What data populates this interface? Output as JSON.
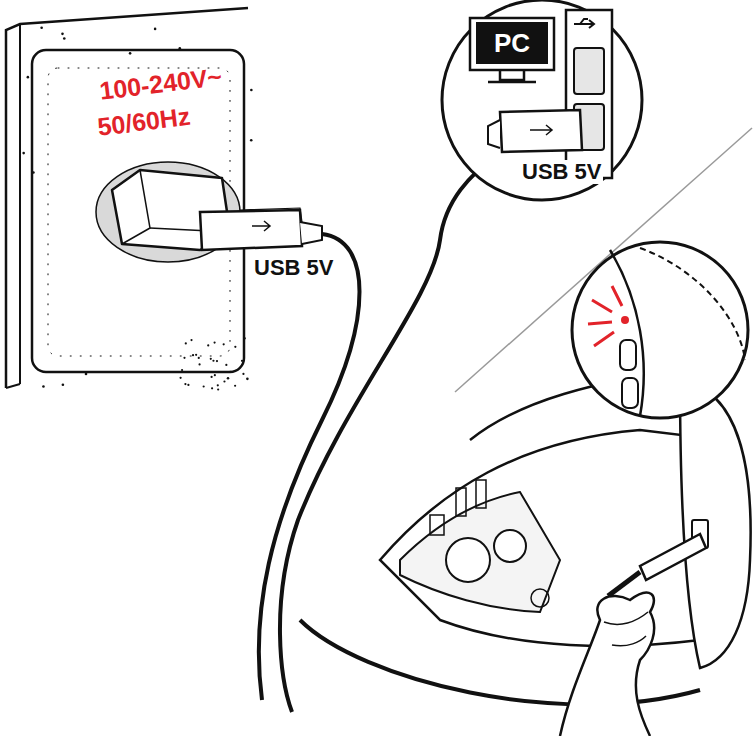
{
  "diagram": {
    "nodes": [
      {
        "text": [
          "PC"
        ]
      }
    ],
    "labels": [
      "100-240V~",
      "50/60Hz",
      "USB 5V",
      "USB 5V"
    ]
  }
}
